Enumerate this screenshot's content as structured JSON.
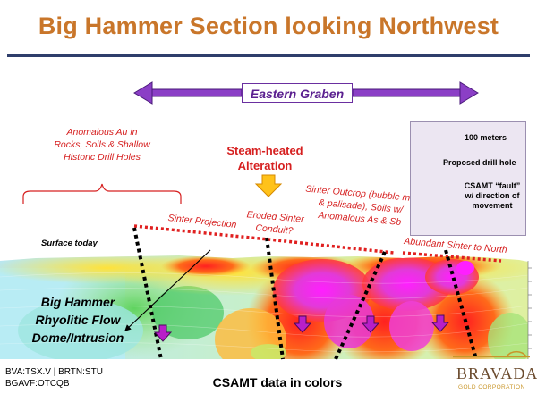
{
  "title": "Big Hammer Section looking Northwest",
  "graben": {
    "label": "Eastern Graben"
  },
  "annotations": {
    "anomalous_au": "Anomalous Au in Rocks, Soils & Shallow Historic Drill Holes",
    "steam_heated": "Steam-heated Alteration",
    "sinter_projection": "Sinter Projection",
    "eroded_sinter": "Eroded Sinter Conduit?",
    "sinter_outcrop": "Sinter Outcrop (bubble mat & palisade), Soils w/ Anomalous As & Sb",
    "abundant_sinter": "Abundant Sinter to North",
    "surface_today": "Surface today",
    "big_hammer": "Big Hammer Rhyolitic Flow Dome/Intrusion"
  },
  "legend": {
    "scale": "100 meters",
    "drill_hole": "Proposed drill hole",
    "fault": "CSAMT “fault” w/ direction of movement"
  },
  "caption": "CSAMT data in colors",
  "tickers": {
    "line1": "BVA:TSX.V | BRTN:STU",
    "line2": "BGAVF:OTCQB"
  },
  "logo": {
    "name": "BRAVADA",
    "sub": "GOLD CORPORATION"
  },
  "colors": {
    "title": "#c9762a",
    "annotation_red": "#d62020",
    "graben_purple": "#6a2fa0",
    "legend_bg": "#ece6f2"
  }
}
